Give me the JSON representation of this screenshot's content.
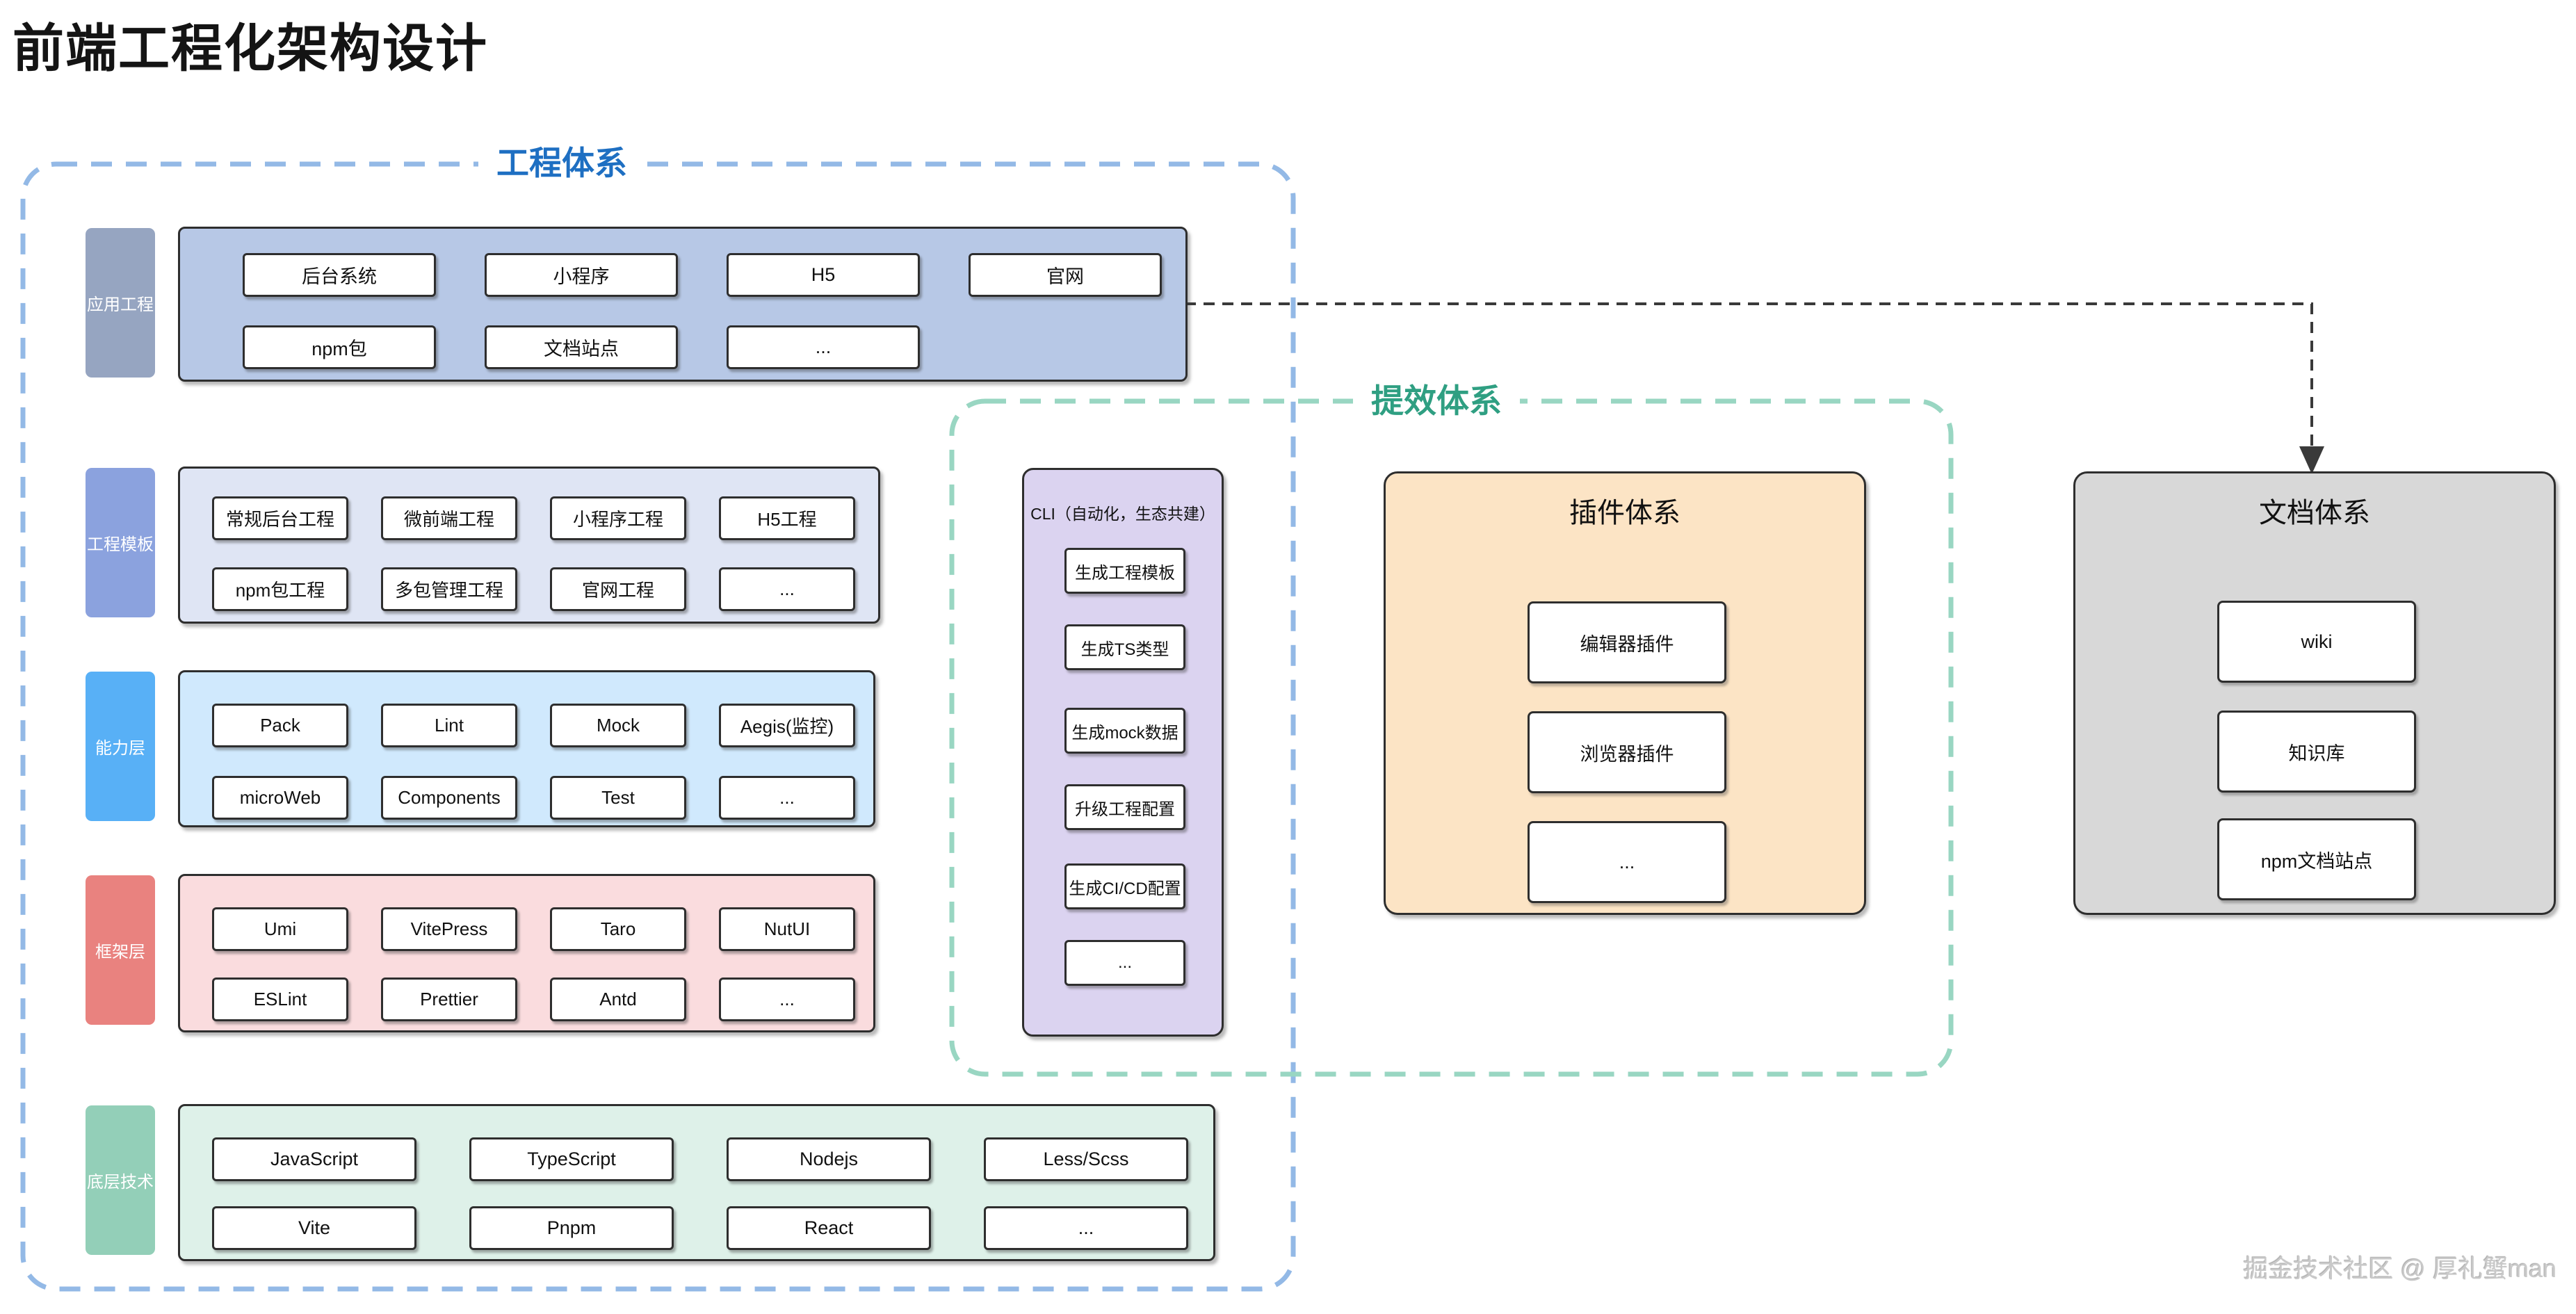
{
  "page": {
    "title": "前端工程化架构设计",
    "watermark": "掘金技术社区 @ 厚礼蟹man"
  },
  "groups": {
    "engineering": {
      "label": "工程体系",
      "label_color": "#1e6fc2",
      "border_color": "#93b9e6"
    },
    "efficiency": {
      "label": "提效体系",
      "label_color": "#2f9f82",
      "border_color": "#99d6c2"
    }
  },
  "connector": {
    "style": "dashed-arrow",
    "color": "#3a3a3a",
    "from": "应用工程",
    "to": "文档体系"
  },
  "rows": [
    {
      "label": "应用工程",
      "sidebar_color": "#96a5c1",
      "panel_color": "#b7c8e6",
      "top": [
        "后台系统",
        "小程序",
        "H5",
        "官网"
      ],
      "bottom": [
        "npm包",
        "文档站点",
        "..."
      ]
    },
    {
      "label": "工程模板",
      "sidebar_color": "#8ba2de",
      "panel_color": "#dfe5f4",
      "top": [
        "常规后台工程",
        "微前端工程",
        "小程序工程",
        "H5工程"
      ],
      "bottom": [
        "npm包工程",
        "多包管理工程",
        "官网工程",
        "..."
      ]
    },
    {
      "label": "能力层",
      "sidebar_color": "#58b0f6",
      "panel_color": "#d0e9fd",
      "top": [
        "Pack",
        "Lint",
        "Mock",
        "Aegis(监控)"
      ],
      "bottom": [
        "microWeb",
        "Components",
        "Test",
        "..."
      ]
    },
    {
      "label": "框架层",
      "sidebar_color": "#e9827f",
      "panel_color": "#fadcde",
      "top": [
        "Umi",
        "VitePress",
        "Taro",
        "NutUI"
      ],
      "bottom": [
        "ESLint",
        "Prettier",
        "Antd",
        "..."
      ]
    },
    {
      "label": "底层技术",
      "sidebar_color": "#93cfb8",
      "panel_color": "#def1e9",
      "top": [
        "JavaScript",
        "TypeScript",
        "Nodejs",
        "Less/Scss"
      ],
      "bottom": [
        "Vite",
        "Pnpm",
        "React",
        "..."
      ]
    }
  ],
  "cli": {
    "title": "CLI（自动化，生态共建）",
    "panel_color": "#dbd3f0",
    "items": [
      "生成工程模板",
      "生成TS类型",
      "生成mock数据",
      "升级工程配置",
      "生成CI/CD配置",
      "..."
    ]
  },
  "plugins": {
    "title": "插件体系",
    "panel_color": "#fce4c5",
    "items": [
      "编辑器插件",
      "浏览器插件",
      "..."
    ]
  },
  "docs": {
    "title": "文档体系",
    "panel_color": "#d8d8d8",
    "items": [
      "wiki",
      "知识库",
      "npm文档站点"
    ]
  }
}
